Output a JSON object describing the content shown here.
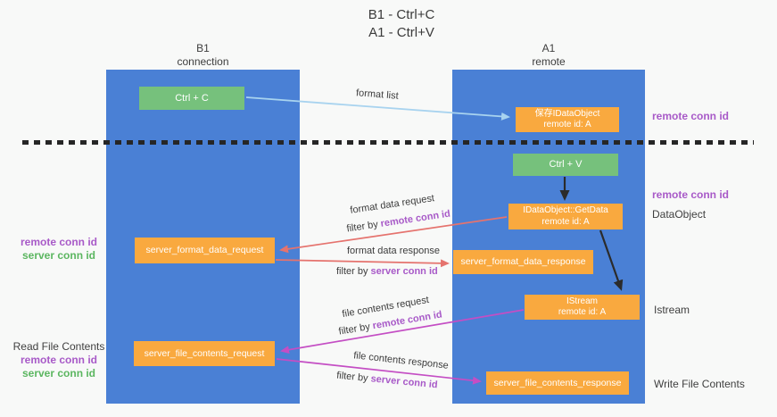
{
  "title": {
    "line1": "B1 - Ctrl+C",
    "line2": "A1 - Ctrl+V"
  },
  "lanes": {
    "b1": {
      "name": "B1",
      "subtitle": "connection"
    },
    "a1": {
      "name": "A1",
      "subtitle": "remote"
    }
  },
  "boxes": {
    "ctrl_c": {
      "label": "Ctrl + C"
    },
    "save_idataobject": {
      "line1": "保存IDataObject",
      "line2": "remote id: A"
    },
    "ctrl_v": {
      "label": "Ctrl + V"
    },
    "getdata": {
      "line1": "IDataObject::GetData",
      "line2": "remote id: A"
    },
    "format_request": {
      "label": "server_format_data_request"
    },
    "format_response": {
      "label": "server_format_data_response"
    },
    "istream": {
      "line1": "IStream",
      "line2": "remote id: A"
    },
    "file_request": {
      "label": "server_file_contents_request"
    },
    "file_response": {
      "label": "server_file_contents_response"
    }
  },
  "flow_labels": {
    "format_list": "format list",
    "format_data_request": "format data request",
    "format_data_response": "format data response",
    "file_contents_request": "file contents request",
    "file_contents_response": "file contents response",
    "filter_by": "filter by",
    "remote_conn_id": "remote conn id",
    "server_conn_id": "server conn id"
  },
  "side_labels": {
    "remote_conn_id": "remote conn id",
    "server_conn_id": "server conn id",
    "dataobject": "DataObject",
    "istream": "Istream",
    "read_file_contents": "Read File Contents",
    "write_file_contents": "Write File Contents"
  },
  "colors": {
    "lane_blue": "#4a80d5",
    "green_box": "#76c17c",
    "orange_box": "#f9a93f",
    "arrow_light_blue": "#a8d3ef",
    "arrow_black": "#2b2b2b",
    "arrow_red": "#e5736e",
    "arrow_magenta": "#c44ec4",
    "text_purple": "#a85ac8",
    "text_green": "#5bb660"
  }
}
